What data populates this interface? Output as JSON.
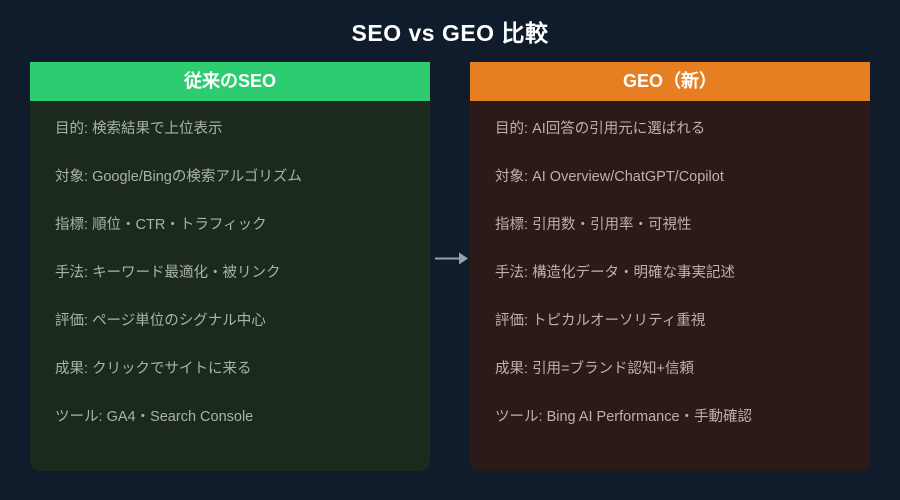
{
  "title": "SEO vs GEO 比較",
  "colors": {
    "bg": "#101c2b",
    "title-text": "#ffffff",
    "header-text": "#ffffff",
    "seo-header": "#2ecc71",
    "seo-body": "#1b2a1c",
    "seo-text": "#a9b3a6",
    "geo-header": "#e67e22",
    "geo-body": "#2b1a18",
    "geo-text": "#c3aeaa",
    "arrow": "#98a0a8"
  },
  "columns": [
    {
      "id": "seo",
      "header": "従来のSEO",
      "rows": [
        {
          "label": "目的:",
          "value": "検索結果で上位表示"
        },
        {
          "label": "対象:",
          "value": "Google/Bingの検索アルゴリズム"
        },
        {
          "label": "指標:",
          "value": "順位・CTR・トラフィック"
        },
        {
          "label": "手法:",
          "value": "キーワード最適化・被リンク"
        },
        {
          "label": "評価:",
          "value": "ページ単位のシグナル中心"
        },
        {
          "label": "成果:",
          "value": "クリックでサイトに来る"
        },
        {
          "label": "ツール:",
          "value": "GA4・Search Console"
        }
      ]
    },
    {
      "id": "geo",
      "header": "GEO（新）",
      "rows": [
        {
          "label": "目的:",
          "value": "AI回答の引用元に選ばれる"
        },
        {
          "label": "対象:",
          "value": "AI Overview/ChatGPT/Copilot"
        },
        {
          "label": "指標:",
          "value": "引用数・引用率・可視性"
        },
        {
          "label": "手法:",
          "value": "構造化データ・明確な事実記述"
        },
        {
          "label": "評価:",
          "value": "トピカルオーソリティ重視"
        },
        {
          "label": "成果:",
          "value": "引用=ブランド認知+信頼"
        },
        {
          "label": "ツール:",
          "value": "Bing AI Performance・手動確認"
        }
      ]
    }
  ],
  "arrow": {
    "meaning": "seo-to-geo"
  }
}
